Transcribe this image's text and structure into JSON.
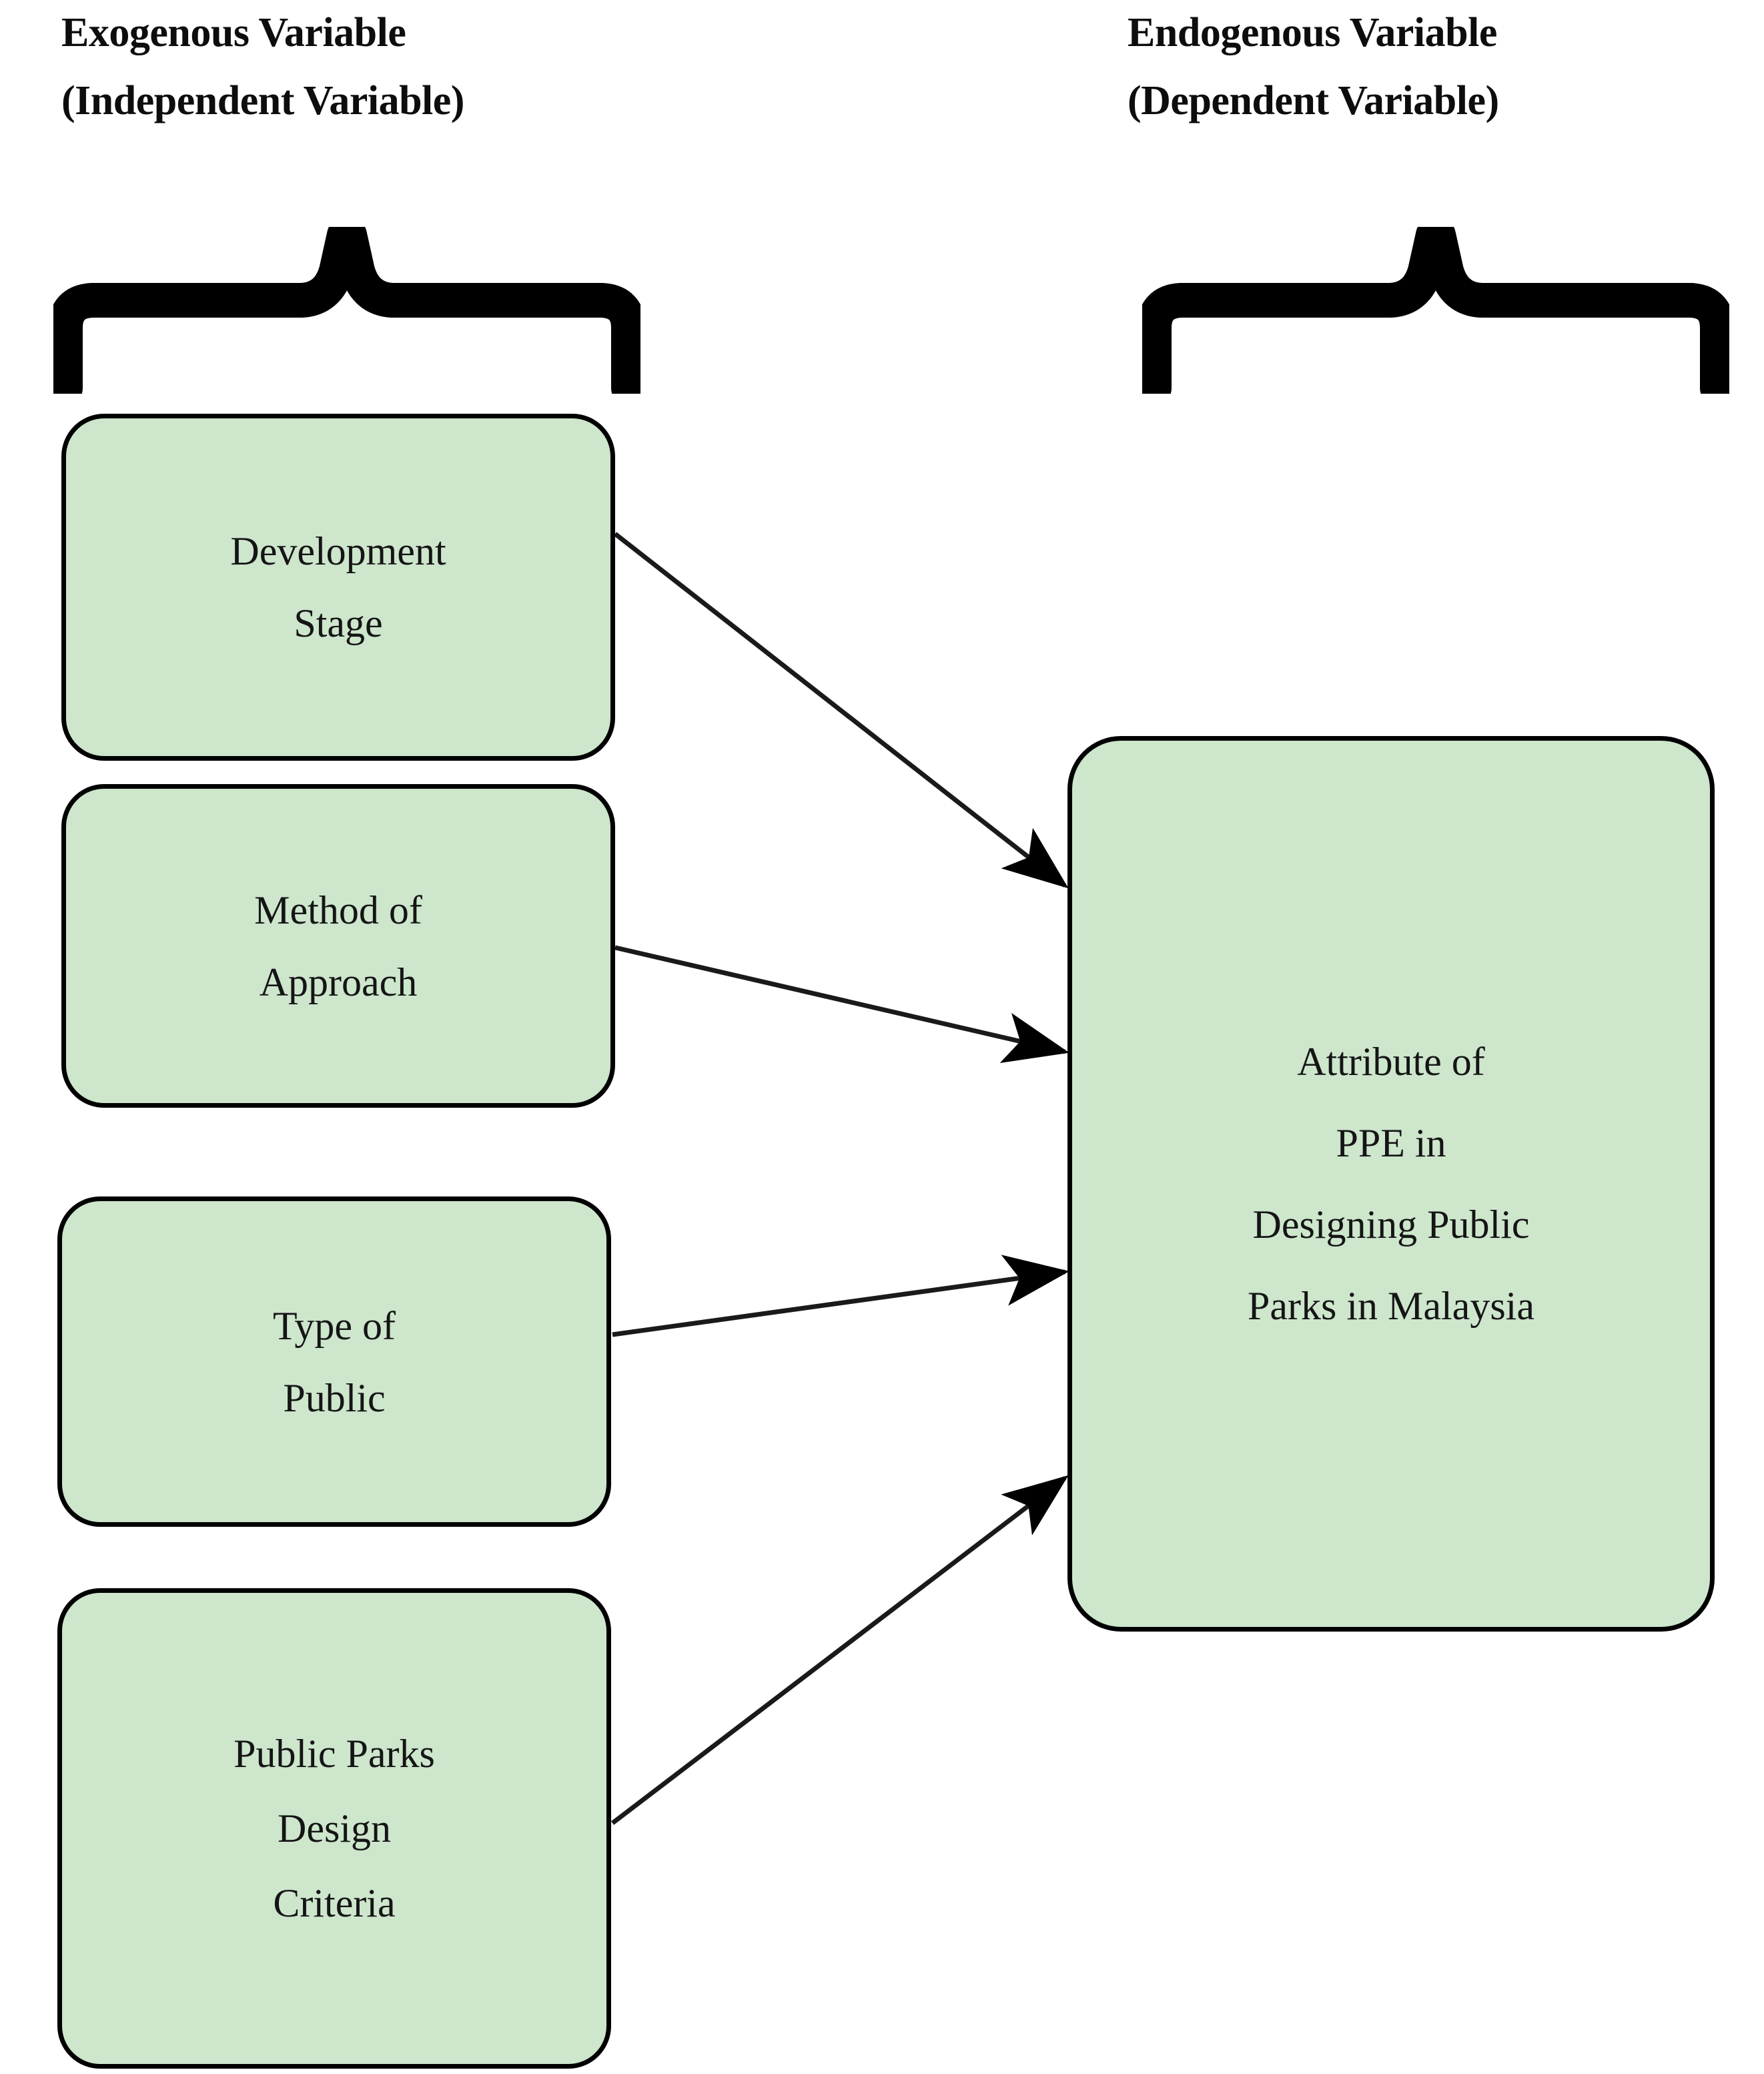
{
  "headers": {
    "left": {
      "line1": "Exogenous Variable",
      "line2": "(Independent Variable)"
    },
    "right": {
      "line1": "Endogenous Variable",
      "line2": "(Dependent Variable)"
    }
  },
  "colors": {
    "node_fill": "#cde6cc",
    "node_border": "#000000",
    "text": "#151515",
    "brace": "#000000",
    "background": "#ffffff"
  },
  "independent_nodes": [
    {
      "id": "development-stage",
      "line1": "Development",
      "line2": "Stage",
      "line3": ""
    },
    {
      "id": "method-of-approach",
      "line1": "Method of",
      "line2": "Approach",
      "line3": ""
    },
    {
      "id": "type-of-public",
      "line1": "Type of",
      "line2": "Public",
      "line3": ""
    },
    {
      "id": "public-parks-design-criteria",
      "line1": "Public Parks",
      "line2": "Design",
      "line3": "Criteria"
    }
  ],
  "dependent_node": {
    "id": "attribute-of-ppe",
    "line1": "Attribute of",
    "line2": "PPE in",
    "line3": "Designing Public",
    "line4": "Parks in Malaysia"
  },
  "edges": [
    {
      "from": "development-stage",
      "to": "attribute-of-ppe",
      "arrow": "open-triangle"
    },
    {
      "from": "method-of-approach",
      "to": "attribute-of-ppe",
      "arrow": "open-triangle"
    },
    {
      "from": "type-of-public",
      "to": "attribute-of-ppe",
      "arrow": "open-triangle"
    },
    {
      "from": "public-parks-design-criteria",
      "to": "attribute-of-ppe",
      "arrow": "open-triangle"
    }
  ]
}
